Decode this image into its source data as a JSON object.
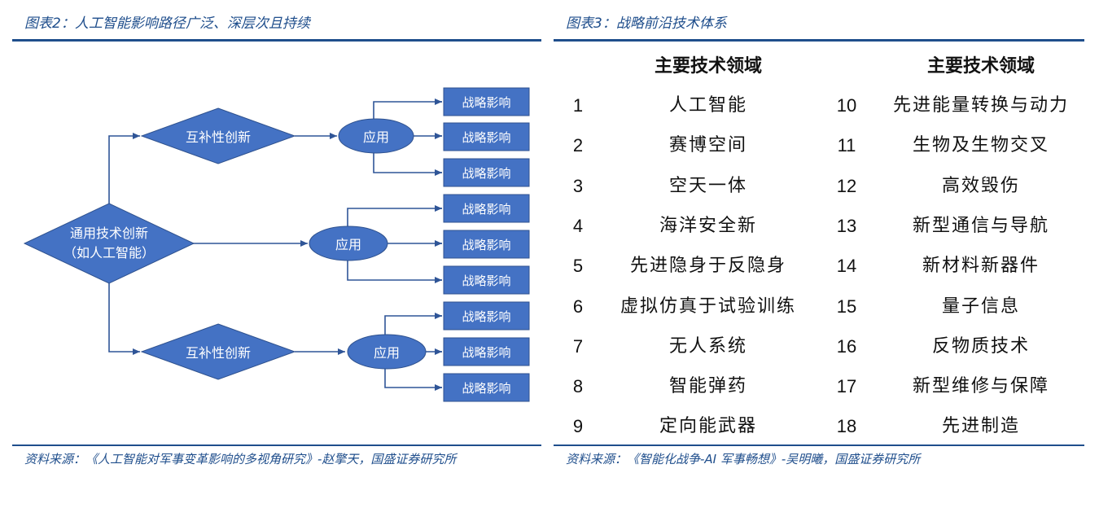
{
  "left_figure": {
    "title": "图表2：人工智能影响路径广泛、深层次且持续",
    "root": "通用技术创新\n（如人工智能）",
    "branches": [
      {
        "diamond": "互补性创新",
        "ellipse": "应用",
        "boxes": [
          "战略影响",
          "战略影响",
          "战略影响"
        ]
      },
      {
        "diamond": "",
        "ellipse": "应用",
        "boxes": [
          "战略影响",
          "战略影响",
          "战略影响"
        ]
      },
      {
        "diamond": "互补性创新",
        "ellipse": "应用",
        "boxes": [
          "战略影响",
          "战略影响",
          "战略影响"
        ]
      }
    ],
    "source": "资料来源：《人工智能对军事变革影响的多视角研究》-赵擎天，国盛证券研究所"
  },
  "right_figure": {
    "title": "图表3：战略前沿技术体系",
    "headers": [
      "主要技术领域",
      "主要技术领域"
    ],
    "rows": [
      {
        "n1": "1",
        "t1": "人工智能",
        "n2": "10",
        "t2": "先进能量转换与动力"
      },
      {
        "n1": "2",
        "t1": "赛博空间",
        "n2": "11",
        "t2": "生物及生物交叉"
      },
      {
        "n1": "3",
        "t1": "空天一体",
        "n2": "12",
        "t2": "高效毁伤"
      },
      {
        "n1": "4",
        "t1": "海洋安全新",
        "n2": "13",
        "t2": "新型通信与导航"
      },
      {
        "n1": "5",
        "t1": "先进隐身于反隐身",
        "n2": "14",
        "t2": "新材料新器件"
      },
      {
        "n1": "6",
        "t1": "虚拟仿真于试验训练",
        "n2": "15",
        "t2": "量子信息"
      },
      {
        "n1": "7",
        "t1": "无人系统",
        "n2": "16",
        "t2": "反物质技术"
      },
      {
        "n1": "8",
        "t1": "智能弹药",
        "n2": "17",
        "t2": "新型维修与保障"
      },
      {
        "n1": "9",
        "t1": "定向能武器",
        "n2": "18",
        "t2": "先进制造"
      }
    ],
    "source": "资料来源：《智能化战争-AI 军事畅想》-吴明曦，国盛证券研究所"
  },
  "colors": {
    "accent": "#1f4e8c",
    "shape_fill": "#4472c4",
    "shape_stroke": "#2f528f",
    "arrow": "#2f5597"
  }
}
